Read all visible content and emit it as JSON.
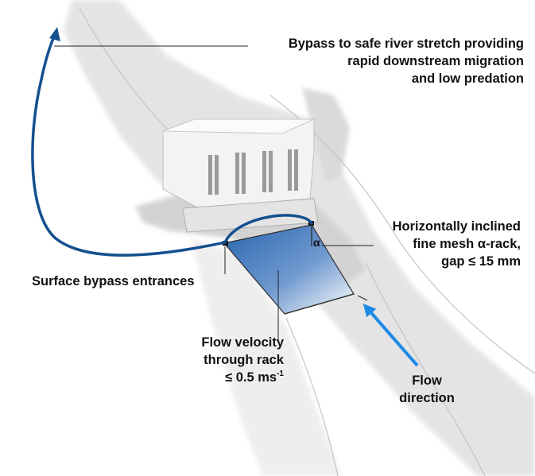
{
  "labels": {
    "bypass": [
      "Bypass to safe river stretch providing",
      "rapid downstream migration",
      "and low predation"
    ],
    "rack": [
      "Horizontally inclined",
      "fine mesh α-rack,",
      "gap ≤ 15 mm"
    ],
    "entrances": "Surface bypass entrances",
    "velocity": [
      "Flow velocity",
      "through rack",
      "≤ 0.5 ms",
      "-1"
    ],
    "flow": [
      "Flow",
      "direction"
    ],
    "angle": "α"
  },
  "colors": {
    "bypass_curve": "#15508f",
    "rack_gradient_start": "#2a65b0",
    "rack_gradient_end": "#ffffff",
    "flow_arrow": "#1e8ae6",
    "leader_lines": "#222222",
    "scene_grey": "#d8d8d8"
  },
  "icons": {
    "flow_arrow": "arrow-up-left",
    "bypass_curve": "curved-arrow",
    "powerhouse": "building"
  }
}
